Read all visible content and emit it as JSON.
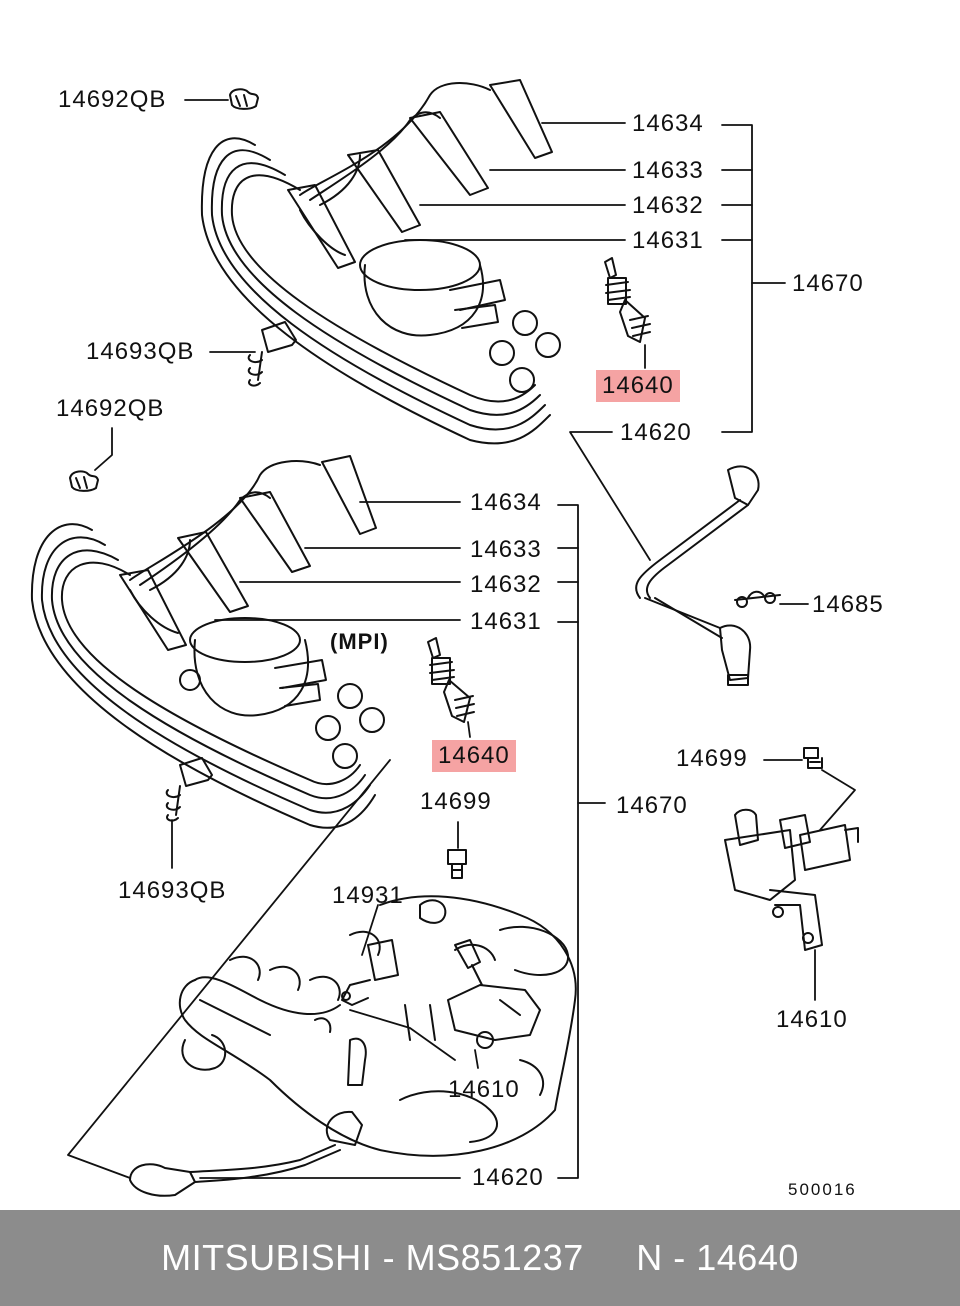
{
  "labels": {
    "top_14692QB": "14692QB",
    "top_14634": "14634",
    "top_14633": "14633",
    "top_14632": "14632",
    "top_14631": "14631",
    "top_14670": "14670",
    "top_14693QB": "14693QB",
    "top_14640": "14640",
    "mid_14692QB": "14692QB",
    "mid_14620": "14620",
    "mid_14634": "14634",
    "mid_14633": "14633",
    "mid_14632": "14632",
    "mid_14631": "14631",
    "mid_14685": "14685",
    "mpi": "(MPI)",
    "mid_14640": "14640",
    "right_14699": "14699",
    "mid_14699": "14699",
    "mid_14670": "14670",
    "mid_14693QB": "14693QB",
    "mid_14931": "14931",
    "right_14610": "14610",
    "low_14610": "14610",
    "low_14620": "14620",
    "code": "500016"
  },
  "footer": {
    "text": "MITSUBISHI - MS851237     N - 14640",
    "bg_color": "#8c8c8c"
  },
  "highlight_color": "#f5a3a3"
}
